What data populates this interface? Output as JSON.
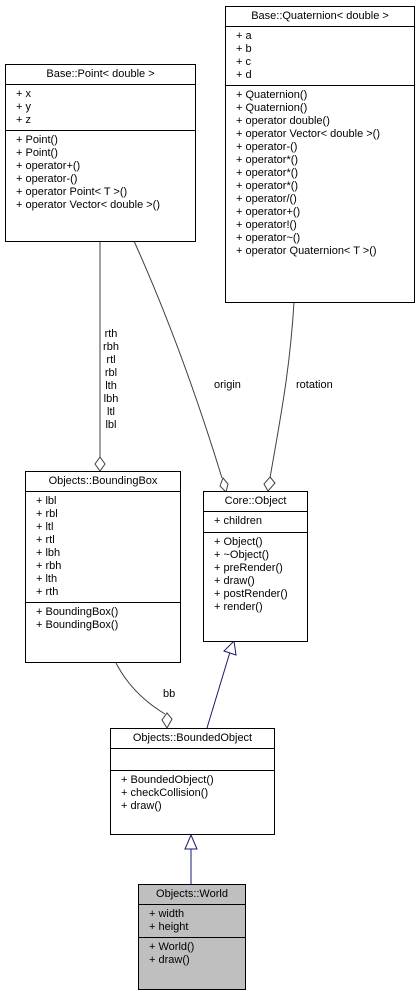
{
  "classes": {
    "point": {
      "name": "Base::Point< double >",
      "attributes": [
        "+ x",
        "+ y",
        "+ z"
      ],
      "methods": [
        "+ Point()",
        "+ Point()",
        "+ operator+()",
        "+ operator-()",
        "+ operator Point< T >()",
        "+ operator Vector< double >()"
      ]
    },
    "quaternion": {
      "name": "Base::Quaternion< double >",
      "attributes": [
        "+ a",
        "+ b",
        "+ c",
        "+ d"
      ],
      "methods": [
        "+ Quaternion()",
        "+ Quaternion()",
        "+ operator double()",
        "+ operator Vector< double >()",
        "+ operator-()",
        "+ operator*()",
        "+ operator*()",
        "+ operator*()",
        "+ operator/()",
        "+ operator+()",
        "+ operator!()",
        "+ operator~()",
        "+ operator Quaternion< T >()"
      ]
    },
    "bounding_box": {
      "name": "Objects::BoundingBox",
      "attributes": [
        "+ lbl",
        "+ rbl",
        "+ ltl",
        "+ rtl",
        "+ lbh",
        "+ rbh",
        "+ lth",
        "+ rth"
      ],
      "methods": [
        "+ BoundingBox()",
        "+ BoundingBox()"
      ]
    },
    "object": {
      "name": "Core::Object",
      "attributes": [
        "+ children"
      ],
      "methods": [
        "+ Object()",
        "+ ~Object()",
        "+ preRender()",
        "+ draw()",
        "+ postRender()",
        "+ render()"
      ]
    },
    "bounded_object": {
      "name": "Objects::BoundedObject",
      "attributes": [],
      "methods": [
        "+ BoundedObject()",
        "+ checkCollision()",
        "+ draw()"
      ]
    },
    "world": {
      "name": "Objects::World",
      "attributes": [
        "+ width",
        "+ height"
      ],
      "methods": [
        "+ World()",
        "+ draw()"
      ]
    }
  },
  "edge_labels": {
    "point_to_bbox": [
      "rth",
      "rbh",
      "rtl",
      "rbl",
      "lth",
      "lbh",
      "ltl",
      "lbl"
    ],
    "origin": "origin",
    "rotation": "rotation",
    "bb": "bb"
  },
  "colors": {
    "composition": "#404040",
    "inheritance": "#191970",
    "highlight_fill": "#bfbfbf"
  }
}
